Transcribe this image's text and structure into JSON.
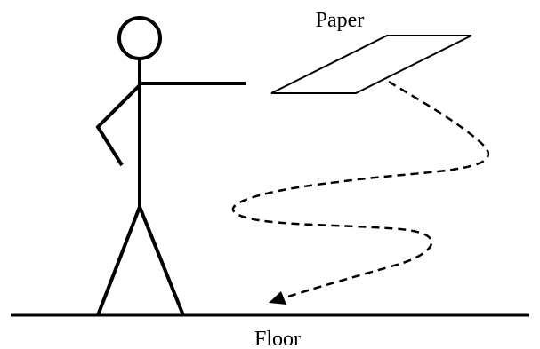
{
  "labels": {
    "paper": "Paper",
    "floor": "Floor"
  },
  "colors": {
    "stroke": "#000000",
    "background": "#ffffff"
  },
  "elements": {
    "figure": "stick-figure",
    "object": "paper-sheet",
    "path": "dashed-fall-path",
    "arrowhead": "arrowhead-icon",
    "ground": "floor-line"
  }
}
